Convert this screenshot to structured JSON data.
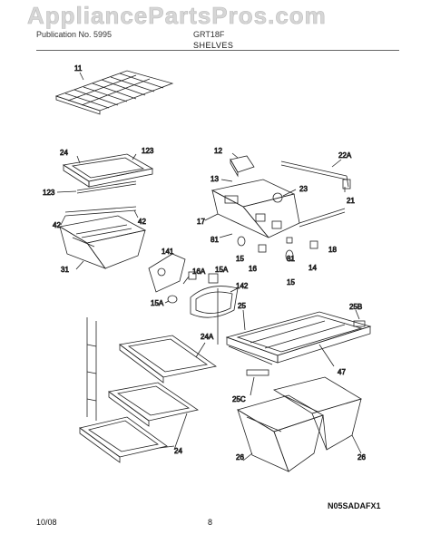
{
  "watermark": "AppliancePartsPros.com",
  "header": {
    "left": "Publication No. 5995",
    "right": "GRT18F",
    "section": "SHELVES"
  },
  "drawing_code": "N05SADAFX1",
  "footer": {
    "date": "10/08",
    "page": "8"
  },
  "labels": {
    "p11": "11",
    "p123a": "123",
    "p24a": "24",
    "p123b": "123",
    "p42a": "42",
    "p42b": "42",
    "p31": "31",
    "p12": "12",
    "p13": "13",
    "p22a": "22A",
    "p23": "23",
    "p21": "21",
    "p17": "17",
    "p81a": "81",
    "p15a": "15",
    "p16": "16",
    "p81b": "81",
    "p18": "18",
    "p14": "14",
    "p15b": "15",
    "p141": "141",
    "p16a": "16A",
    "p15c": "15A",
    "p142": "142",
    "p15d": "15A",
    "p25": "25",
    "p25b": "25B",
    "p24b": "24A",
    "p47": "47",
    "p25c": "25C",
    "p24c": "24",
    "p26a": "26",
    "p26b": "26"
  }
}
